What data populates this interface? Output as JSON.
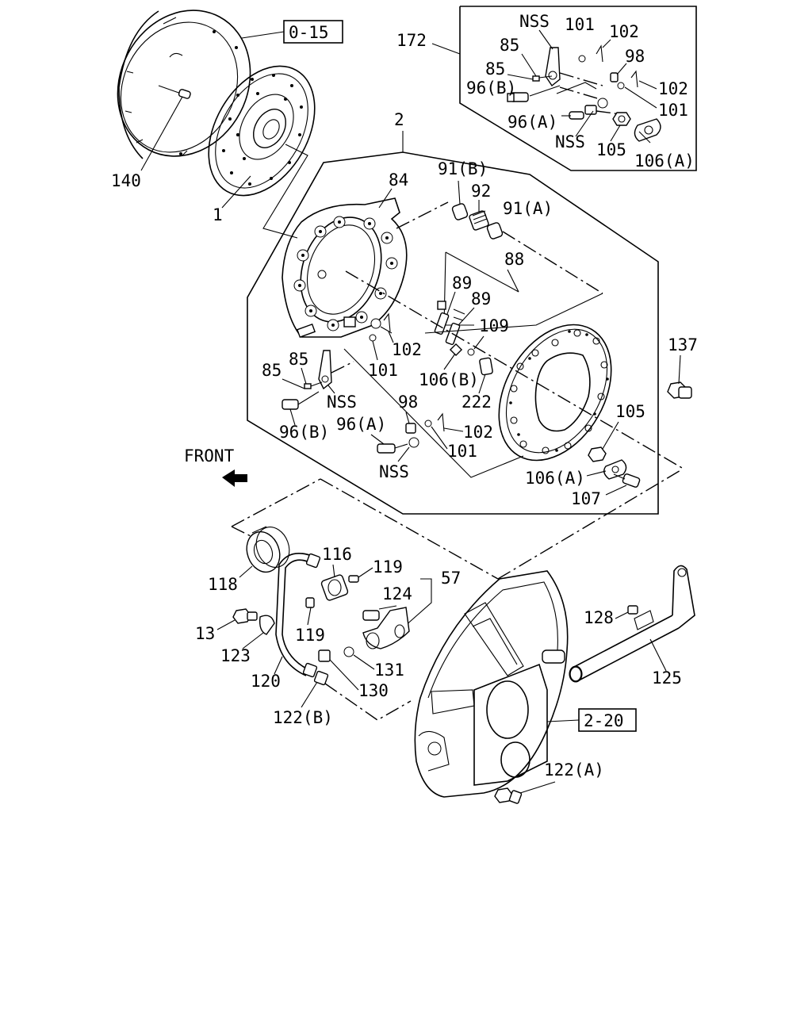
{
  "refs": {
    "r0_15": "0-15",
    "r2_20": "2-20"
  },
  "labels": {
    "front": "FRONT",
    "l140": "140",
    "l1": "1",
    "l2": "2",
    "l172": "172",
    "nss_a": "NSS",
    "l101_a": "101",
    "l102_a": "102",
    "l85_a": "85",
    "l85_b": "85",
    "l98_a": "98",
    "l96b_a": "96(B)",
    "l102_b": "102",
    "l101_b": "101",
    "l96a_a": "96(A)",
    "nss_b": "NSS",
    "l105_a": "105",
    "l106a_a": "106(A)",
    "l84": "84",
    "l91b": "91(B)",
    "l92": "92",
    "l91a": "91(A)",
    "l88": "88",
    "l89_a": "89",
    "l89_b": "89",
    "l109": "109",
    "l137": "137",
    "l102_c": "102",
    "l101_c": "101",
    "l106b": "106(B)",
    "l85_c": "85",
    "l85_d": "85",
    "nss_c": "NSS",
    "l222": "222",
    "l98_b": "98",
    "l96a_b": "96(A)",
    "l96b_b": "96(B)",
    "l102_d": "102",
    "l101_d": "101",
    "nss_d": "NSS",
    "l105_b": "105",
    "l106a_b": "106(A)",
    "l107": "107",
    "l116": "116",
    "l119_a": "119",
    "l118": "118",
    "l57": "57",
    "l124": "124",
    "l13": "13",
    "l119_b": "119",
    "l123": "123",
    "l131": "131",
    "l120": "120",
    "l130": "130",
    "l122b": "122(B)",
    "l128": "128",
    "l125": "125",
    "l122a": "122(A)"
  },
  "icons": {
    "front_arrow": "arrow-left-icon"
  }
}
